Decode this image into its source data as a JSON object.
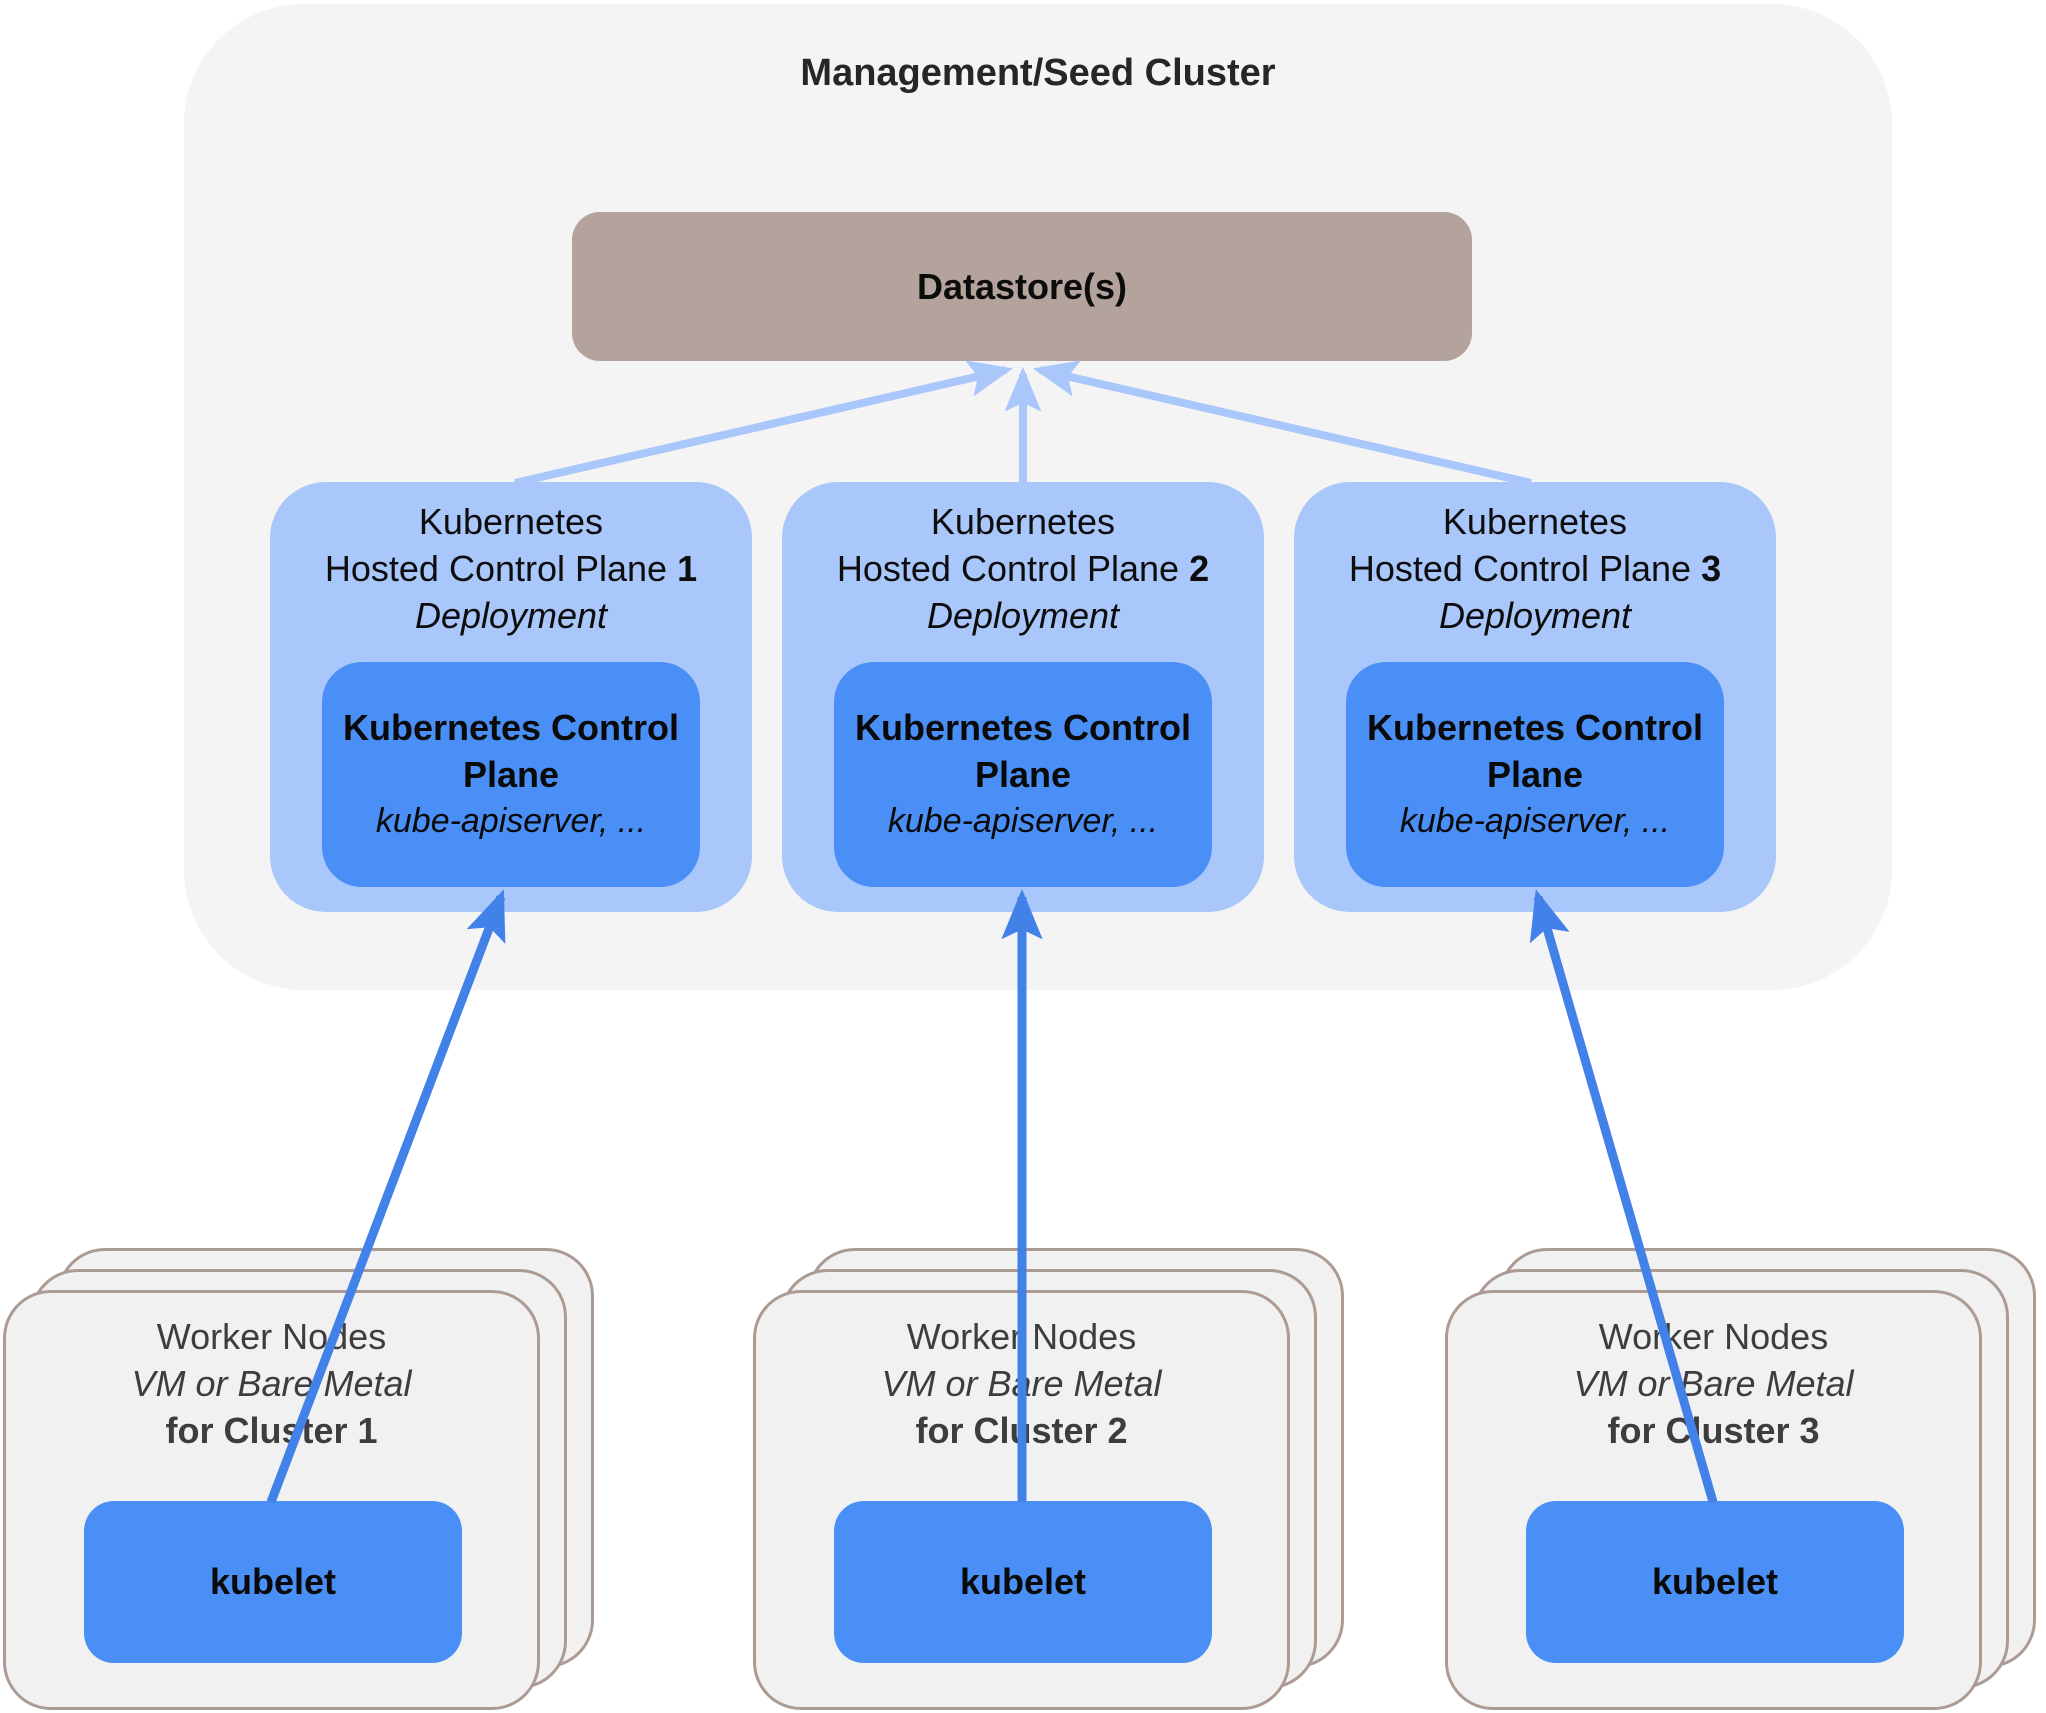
{
  "management": {
    "title": "Management/Seed Cluster",
    "datastore_label": "Datastore(s)"
  },
  "control_planes": [
    {
      "line1": "Kubernetes",
      "line2_text": "Hosted Control Plane",
      "line2_number": "1",
      "line3": "Deployment",
      "inner_title_line1": "Kubernetes Control",
      "inner_title_line2": "Plane",
      "inner_subtitle": "kube-apiserver, ..."
    },
    {
      "line1": "Kubernetes",
      "line2_text": "Hosted Control Plane",
      "line2_number": "2",
      "line3": "Deployment",
      "inner_title_line1": "Kubernetes Control",
      "inner_title_line2": "Plane",
      "inner_subtitle": "kube-apiserver, ..."
    },
    {
      "line1": "Kubernetes",
      "line2_text": "Hosted Control Plane",
      "line2_number": "3",
      "line3": "Deployment",
      "inner_title_line1": "Kubernetes Control",
      "inner_title_line2": "Plane",
      "inner_subtitle": "kube-apiserver, ..."
    }
  ],
  "workers": [
    {
      "line1": "Worker Nodes",
      "line2": "VM or Bare Metal",
      "line3": "for Cluster 1",
      "kubelet_label": "kubelet"
    },
    {
      "line1": "Worker Nodes",
      "line2": "VM or Bare Metal",
      "line3": "for Cluster 2",
      "kubelet_label": "kubelet"
    },
    {
      "line1": "Worker Nodes",
      "line2": "VM or Bare Metal",
      "line3": "for Cluster 3",
      "kubelet_label": "kubelet"
    }
  ],
  "colors": {
    "management_bg": "#f4f4f4",
    "datastore_bg": "#b3a39c",
    "control_plane_bg": "#a9c7fb",
    "inner_box_bg": "#4a8ff5",
    "kubelet_bg": "#4a8ff5",
    "light_arrow": "#a9c7fb",
    "dark_arrow": "#4181e8",
    "worker_card_bg": "#f2f1f1",
    "worker_card_border": "#ab9b93",
    "text_dark": "#0d0d0d",
    "text_gray": "#3d3d3d"
  }
}
